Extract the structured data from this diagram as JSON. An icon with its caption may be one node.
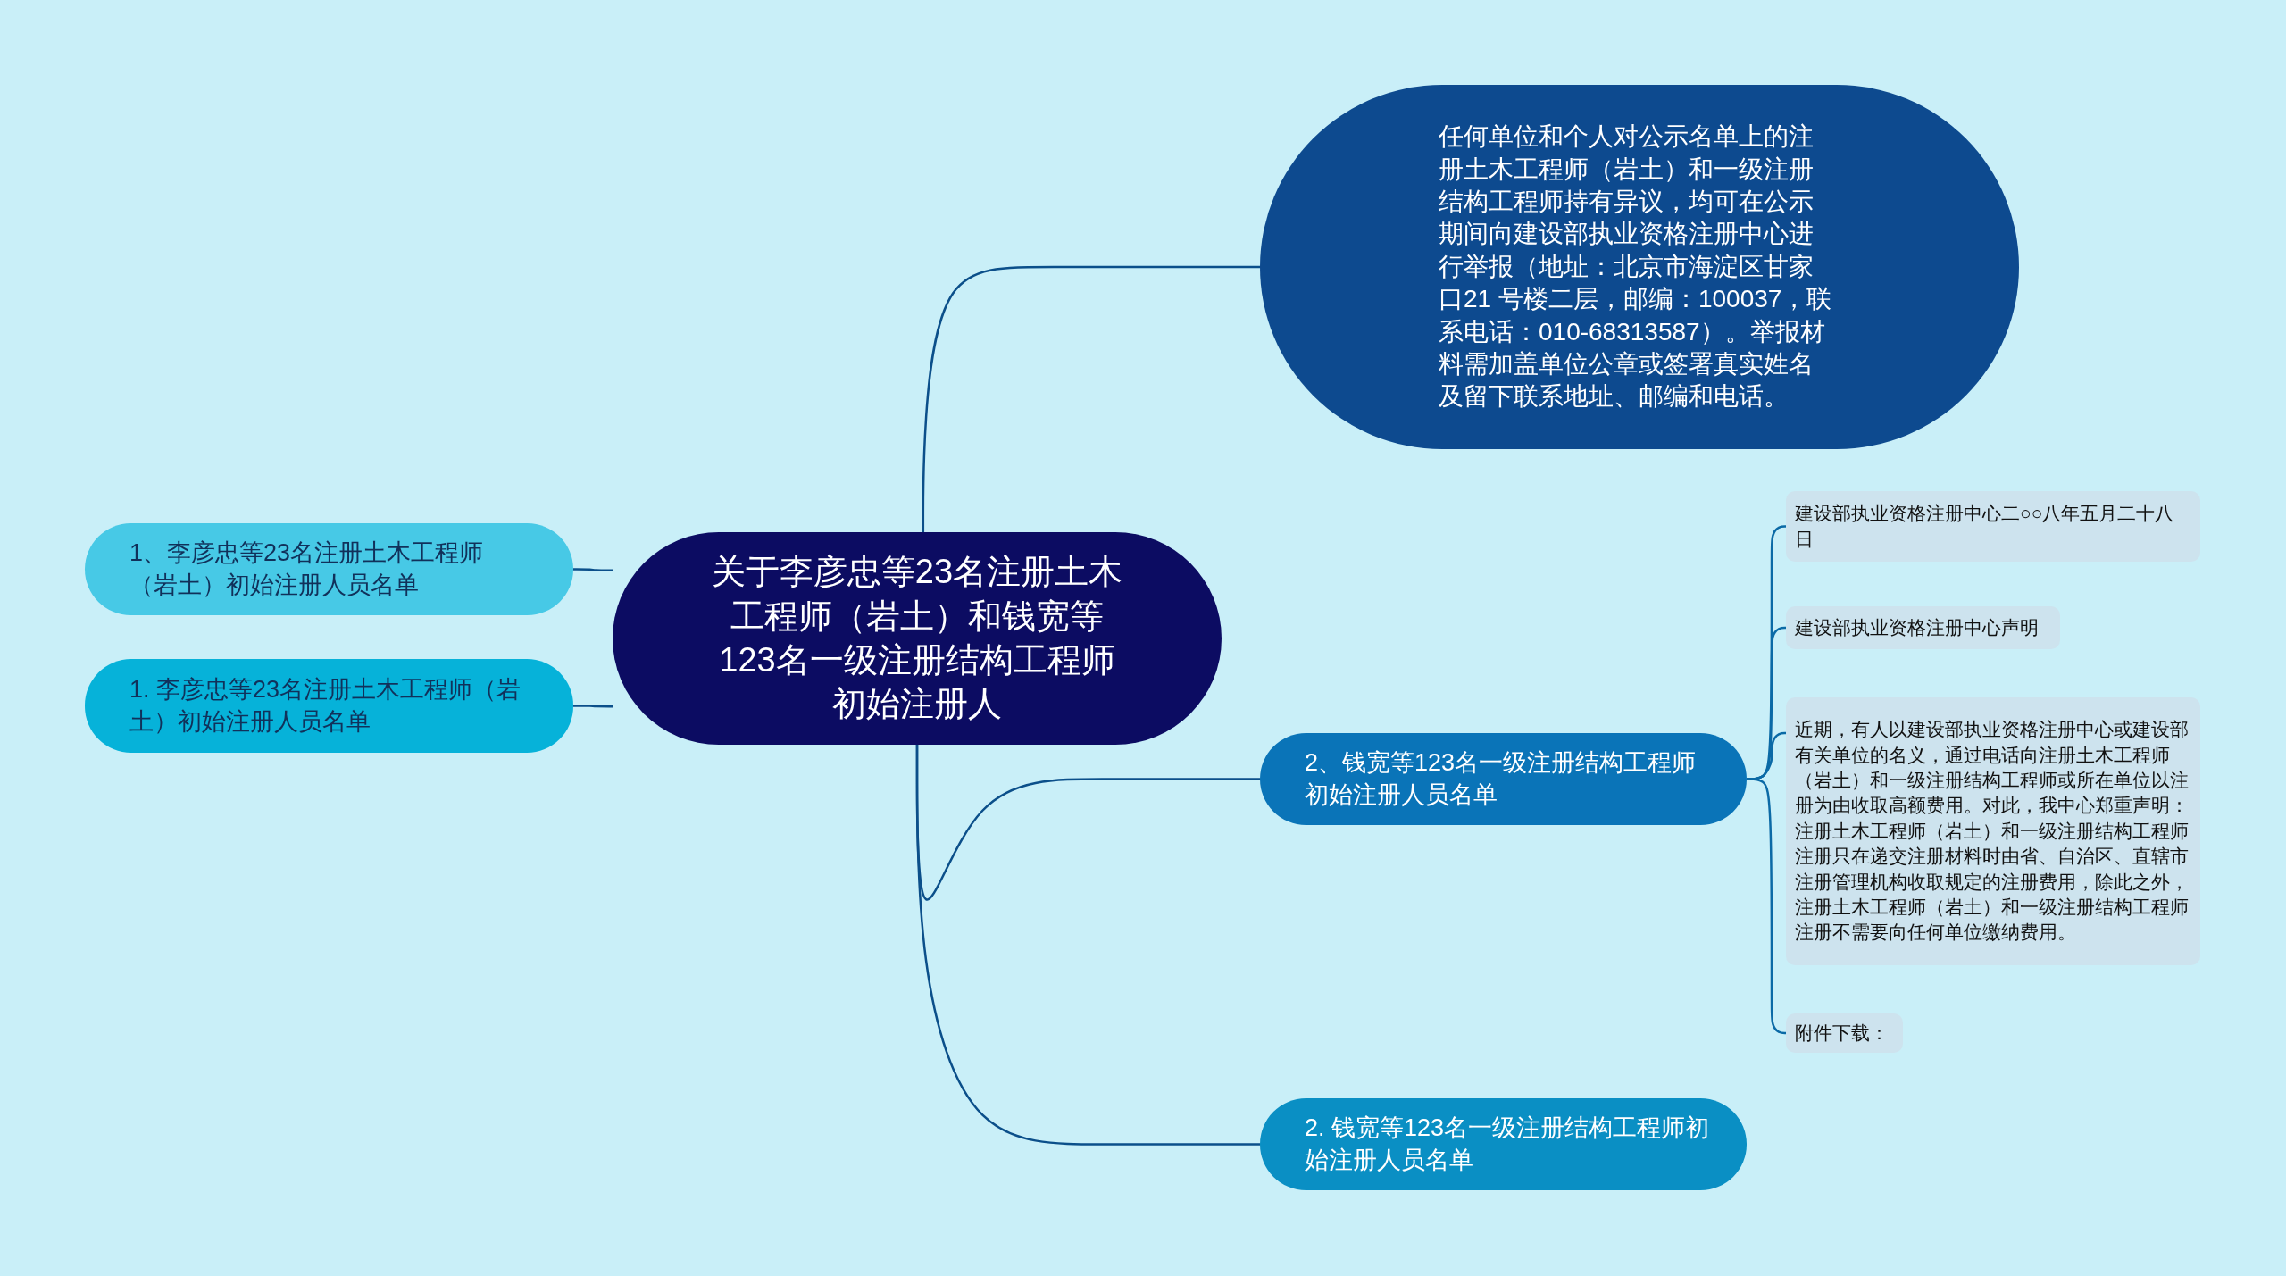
{
  "diagram": {
    "nodes": [
      {
        "text": [
          "关于李彦忠等23名注册土木工程师（岩土）和钱宽等123名一级注册结构工程师初始注册人"
        ]
      },
      {
        "text": [
          "任何单位和个人对公示名单上的注册土木工程师（岩土）和一级注册结构工程师持有异议，均可在公示期间向建设部执业资格注册中心进行举报（地址：北京市海淀区甘家口21 号楼二层，邮编：100037，联系电话：010-68313587）。举报材料需加盖单位公章或签署真实姓名及留下联系地址、邮编和电话。"
        ]
      },
      {
        "text": [
          "1、李彦忠等23名注册土木工程师（岩土）初始注册人员名单"
        ]
      },
      {
        "text": [
          "1. 李彦忠等23名注册土木工程师（岩土）初始注册人员名单"
        ]
      },
      {
        "text": [
          "2、钱宽等123名一级注册结构工程师初始注册人员名单"
        ]
      },
      {
        "text": [
          "建设部执业资格注册中心二○○八年五月二十八日"
        ]
      },
      {
        "text": [
          "建设部执业资格注册中心声明"
        ]
      },
      {
        "text": [
          "近期，有人以建设部执业资格注册中心或建设部有关单位的名义，通过电话向注册土木工程师（岩土）和一级注册结构工程师或所在单位以注册为由收取高额费用。对此，我中心郑重声明：注册土木工程师（岩土）和一级注册结构工程师注册只在递交注册材料时由省、自治区、直辖市注册管理机构收取规定的注册费用，除此之外，注册土木工程师（岩土）和一级注册结构工程师注册不需要向任何单位缴纳费用。"
        ]
      },
      {
        "text": [
          "附件下载："
        ]
      },
      {
        "text": [
          "2. 钱宽等123名一级注册结构工程师初始注册人员名单"
        ]
      }
    ],
    "edges": [
      {
        "from": 0,
        "to": 1,
        "arrow": "none"
      },
      {
        "from": 0,
        "to": 2,
        "arrow": "none"
      },
      {
        "from": 0,
        "to": 3,
        "arrow": "none"
      },
      {
        "from": 0,
        "to": 4,
        "arrow": "none"
      },
      {
        "from": 4,
        "to": 5,
        "arrow": "none"
      },
      {
        "from": 4,
        "to": 6,
        "arrow": "none"
      },
      {
        "from": 4,
        "to": 7,
        "arrow": "none"
      },
      {
        "from": 4,
        "to": 8,
        "arrow": "none"
      },
      {
        "from": 0,
        "to": 9,
        "arrow": "none"
      }
    ]
  }
}
